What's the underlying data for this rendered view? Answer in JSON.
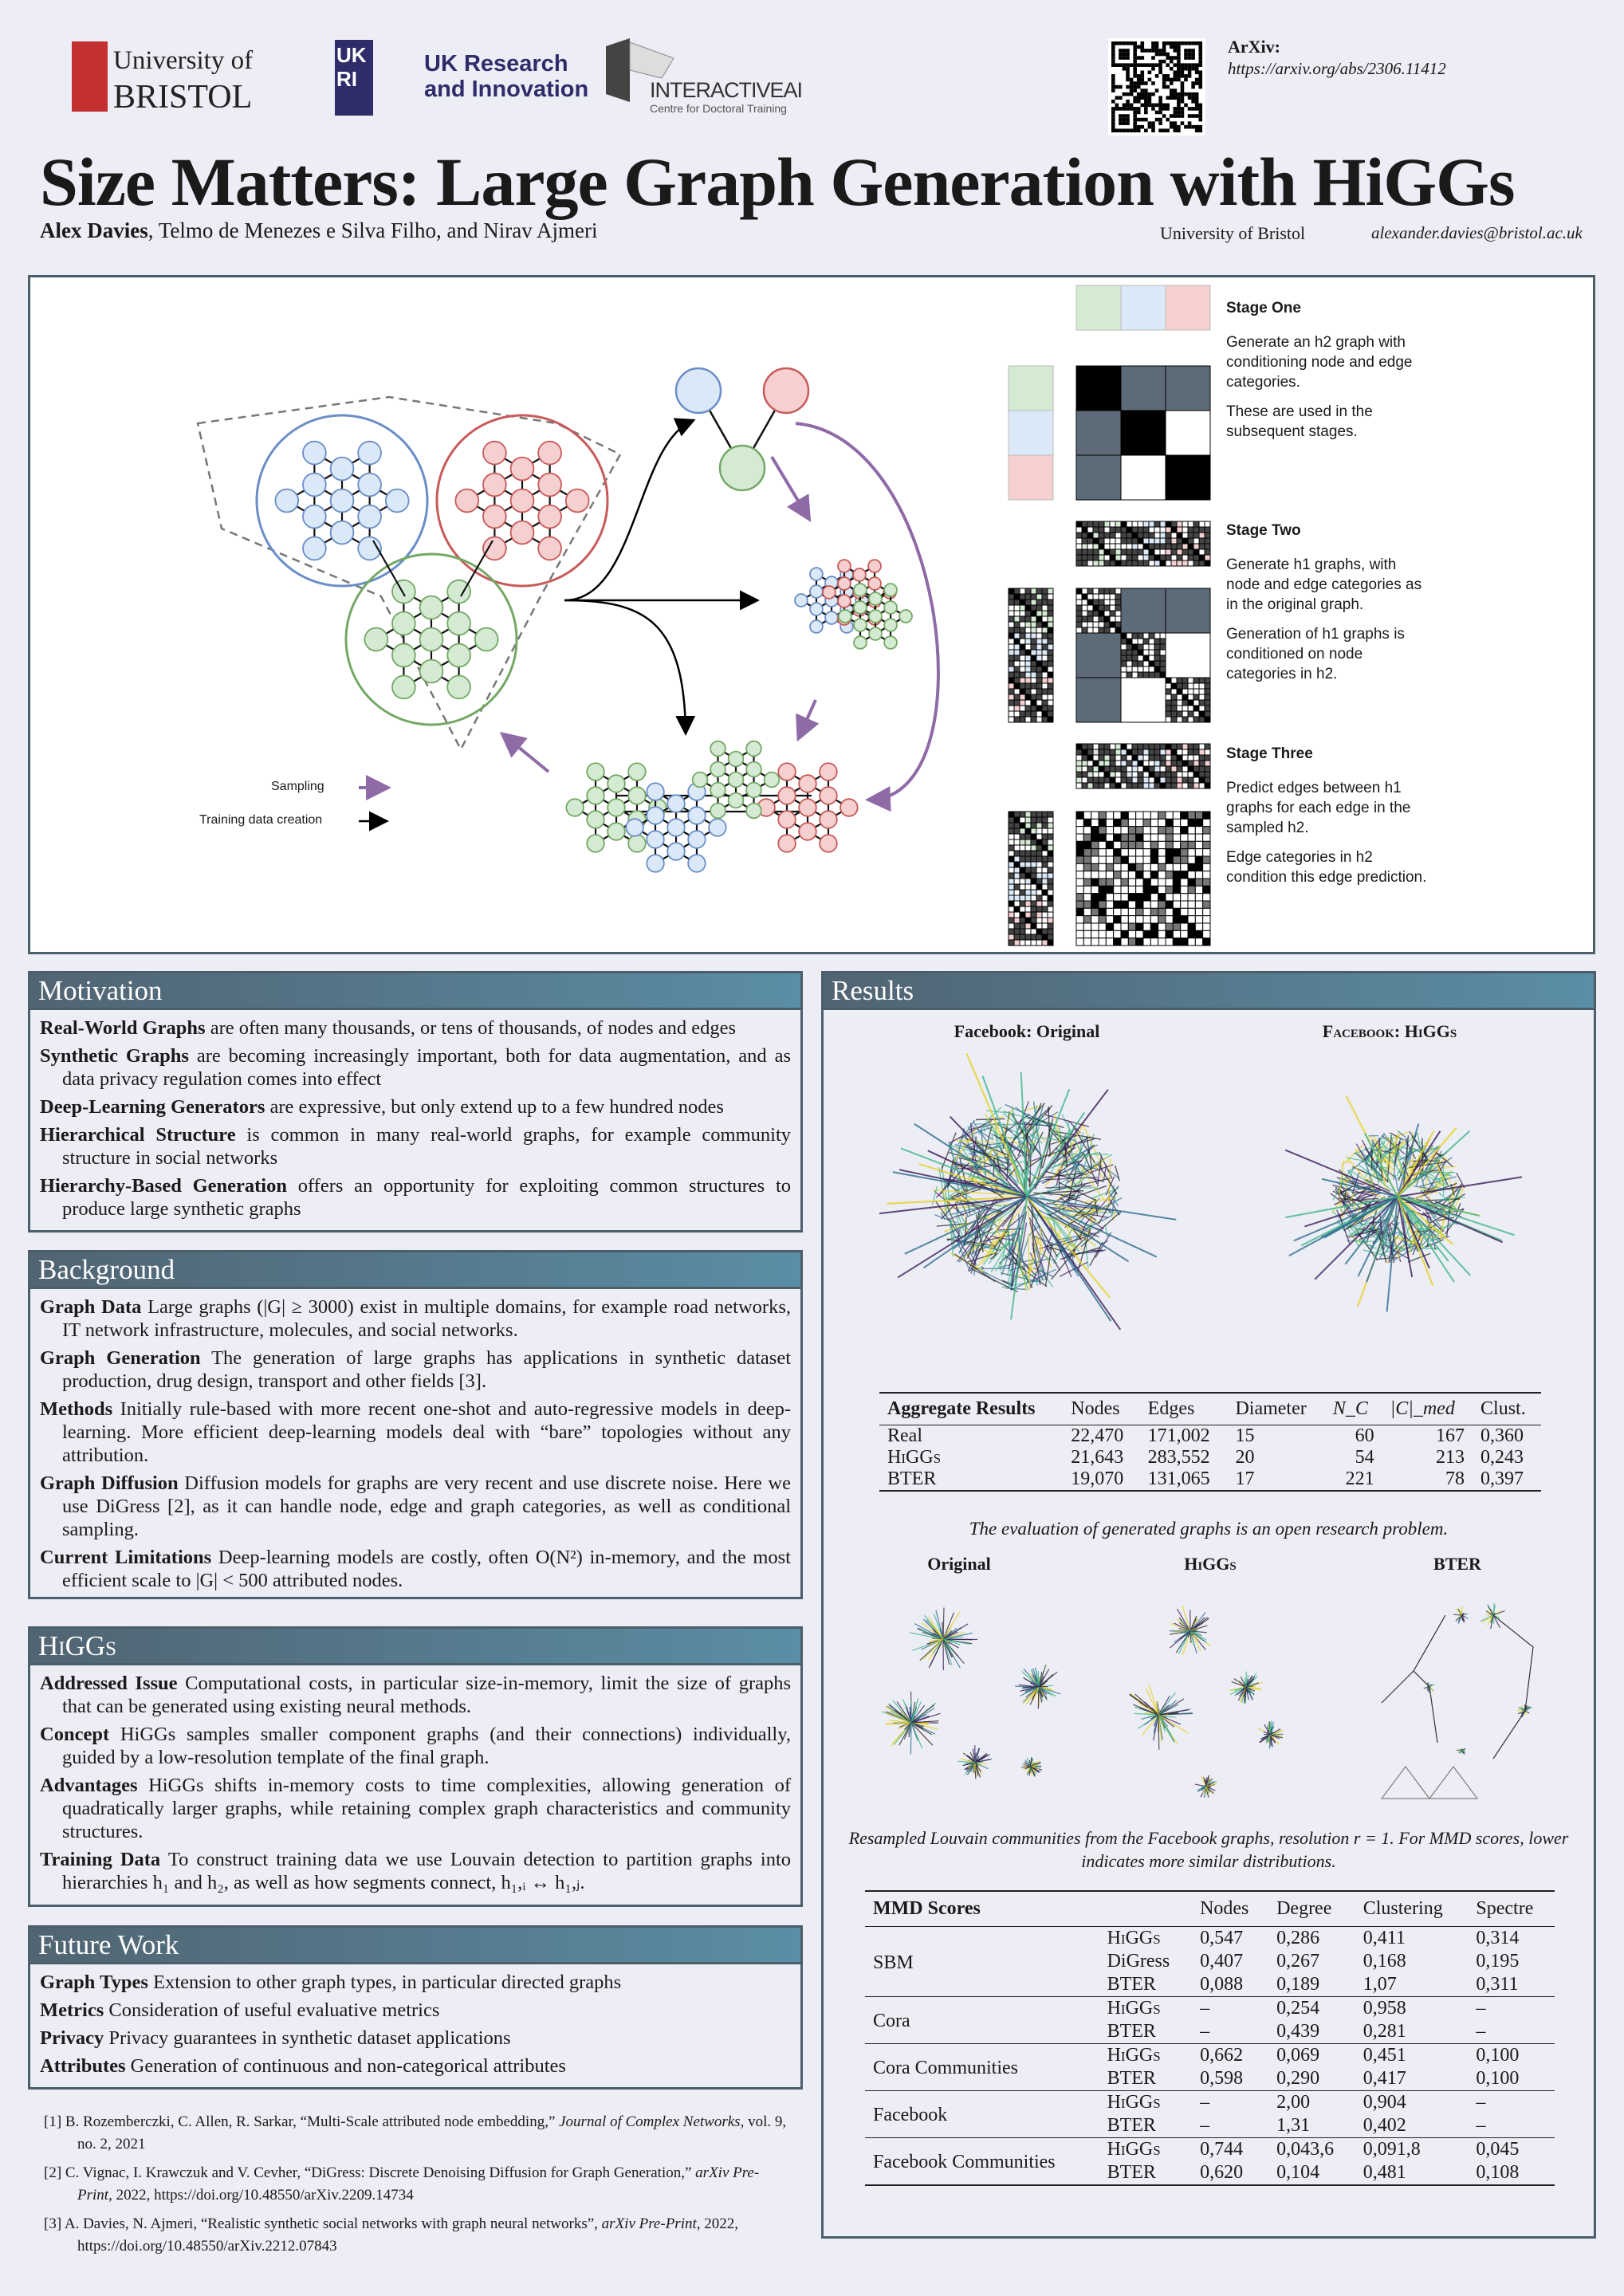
{
  "logos": {
    "bristol_line1": "University of",
    "bristol_line2": "BRISTOL",
    "ukri_mark": "UKRI",
    "ukri_line1": "UK Research",
    "ukri_line2": "and Innovation",
    "iai_line1": "INTERACTIVEAI",
    "iai_line2": "Centre for Doctoral Training"
  },
  "arxiv": {
    "label": "ArXiv:",
    "url": "https://arxiv.org/abs/2306.11412"
  },
  "title": "Size Matters: Large Graph Generation with HiGGs",
  "authors": {
    "first": "Alex Davies",
    "rest": ", Telmo de Menezes e Silva Filho, and Nirav Ajmeri"
  },
  "affiliation": "University of Bristol",
  "email": "alexander.davies@bristol.ac.uk",
  "figure": {
    "legend_sampling": "Sampling",
    "legend_training": "Training data creation",
    "colors": {
      "blue": "#dbe8f8",
      "red": "#f6d0d0",
      "green": "#d5ead3",
      "blue_edge": "#6a8ec6",
      "red_edge": "#c85a5a",
      "green_edge": "#74a865",
      "purple": "#8e6aa6"
    },
    "stage1": {
      "title": "Stage One",
      "p1": "Generate an h2 graph with conditioning node and edge categories.",
      "p2": "These are used in the subsequent stages."
    },
    "stage2": {
      "title": "Stage Two",
      "p1": "Generate h1 graphs, with node and edge categories as in the original graph.",
      "p2": "Generation of h1 graphs is conditioned on node categories in h2."
    },
    "stage3": {
      "title": "Stage Three",
      "p1": "Predict edges between h1 graphs for each edge in the sampled h2.",
      "p2": "Edge categories in h2 condition this edge prediction."
    }
  },
  "motivation": {
    "title": "Motivation",
    "items": [
      {
        "term": "Real-World Graphs",
        "text": "are often many thousands, or tens of thousands, of nodes and edges"
      },
      {
        "term": "Synthetic Graphs",
        "text": "are becoming increasingly important, both for data augmentation, and as data privacy regulation comes into effect"
      },
      {
        "term": "Deep-Learning Generators",
        "text": "are expressive, but only extend up to a few hundred nodes"
      },
      {
        "term": "Hierarchical Structure",
        "text": "is common in many real-world graphs, for example community structure in social networks"
      },
      {
        "term": "Hierarchy-Based Generation",
        "text": "offers an opportunity for exploiting common structures to produce large synthetic graphs"
      }
    ]
  },
  "background": {
    "title": "Background",
    "items": [
      {
        "term": "Graph Data",
        "text": "Large graphs (|G| ≥ 3000) exist in multiple domains, for example road networks, IT network infrastructure, molecules, and social networks."
      },
      {
        "term": "Graph Generation",
        "text": "The generation of large graphs has applications in synthetic dataset production, drug design, transport and other fields [3]."
      },
      {
        "term": "Methods",
        "text": "Initially rule-based with more recent one-shot and auto-regressive models in deep-learning. More efficient deep-learning models deal with “bare” topologies without any attribution."
      },
      {
        "term": "Graph Diffusion",
        "text": "Diffusion models for graphs are very recent and use discrete noise. Here we use DiGress [2], as it can handle node, edge and graph categories, as well as conditional sampling."
      },
      {
        "term": "Current Limitations",
        "text": "Deep-learning models are costly, often O(N²) in-memory, and the most efficient scale to |G| < 500 attributed nodes."
      }
    ]
  },
  "higgs": {
    "title": "HiGGs",
    "items": [
      {
        "term": "Addressed Issue",
        "text": "Computational costs, in particular size-in-memory, limit the size of graphs that can be generated using existing neural methods."
      },
      {
        "term": "Concept",
        "text": "HiGGs samples smaller component graphs (and their connections) individually, guided by a low-resolution template of the final graph."
      },
      {
        "term": "Advantages",
        "text": "HiGGs shifts in-memory costs to time complexities, allowing generation of quadratically larger graphs, while retaining complex graph characteristics and community structures."
      },
      {
        "term": "Training Data",
        "text": "To construct training data we use Louvain detection to partition graphs into hierarchies h₁ and h₂, as well as how segments connect, h₁,ᵢ ↔ h₁,ⱼ."
      }
    ]
  },
  "future": {
    "title": "Future Work",
    "items": [
      {
        "term": "Graph Types",
        "text": "Extension to other graph types, in particular directed graphs"
      },
      {
        "term": "Metrics",
        "text": "Consideration of useful evaluative metrics"
      },
      {
        "term": "Privacy",
        "text": "Privacy guarantees in synthetic dataset applications"
      },
      {
        "term": "Attributes",
        "text": "Generation of continuous and non-categorical attributes"
      }
    ]
  },
  "references": [
    {
      "n": "[1]",
      "text": "B. Rozemberczki, C. Allen, R. Sarkar, “Multi-Scale attributed node embedding,” ",
      "venue": "Journal of Complex Networks",
      "rest": ", vol. 9, no. 2, 2021"
    },
    {
      "n": "[2]",
      "text": "C. Vignac, I. Krawczuk and V. Cevher, “DiGress: Discrete Denoising Diffusion for Graph Generation,” ",
      "venue": "arXiv Pre-Print",
      "rest": ", 2022, https://doi.org/10.48550/arXiv.2209.14734"
    },
    {
      "n": "[3]",
      "text": "A. Davies, N. Ajmeri, “Realistic synthetic social networks with graph neural networks”, ",
      "venue": "arXiv Pre-Print",
      "rest": ", 2022, https://doi.org/10.48550/arXiv.2212.07843"
    }
  ],
  "results": {
    "title": "Results",
    "fb_original": "Facebook: Original",
    "fb_higgs": "Facebook: HiGGs",
    "agg_headers": [
      "Aggregate Results",
      "Nodes",
      "Edges",
      "Diameter",
      "N_C",
      "|C|_med",
      "Clust."
    ],
    "agg_rows": [
      [
        "Real",
        "22,470",
        "171,002",
        "15",
        "60",
        "167",
        "0,360"
      ],
      [
        "HiGGs",
        "21,643",
        "283,552",
        "20",
        "54",
        "213",
        "0,243"
      ],
      [
        "BTER",
        "19,070",
        "131,065",
        "17",
        "221",
        "78",
        "0,397"
      ]
    ],
    "agg_caption": "The evaluation of generated graphs is an open research problem.",
    "comm_labels": [
      "Original",
      "HiGGs",
      "BTER"
    ],
    "comm_caption": "Resampled Louvain communities from the Facebook graphs, resolution r = 1. For MMD scores, lower indicates more similar distributions.",
    "mmd_headers": [
      "MMD Scores",
      "",
      "Nodes",
      "Degree",
      "Clustering",
      "Spectre"
    ],
    "mmd_groups": [
      {
        "dataset": "SBM",
        "rows": [
          [
            "HiGGs",
            "0,547",
            "0,286",
            "0,411",
            "0,314"
          ],
          [
            "DiGress",
            "0,407",
            "0,267",
            "0,168",
            "0,195"
          ],
          [
            "BTER",
            "0,088",
            "0,189",
            "1,07",
            "0,311"
          ]
        ]
      },
      {
        "dataset": "Cora",
        "rows": [
          [
            "HiGGs",
            "–",
            "0,254",
            "0,958",
            "–"
          ],
          [
            "BTER",
            "–",
            "0,439",
            "0,281",
            "–"
          ]
        ]
      },
      {
        "dataset": "Cora Communities",
        "rows": [
          [
            "HiGGs",
            "0,662",
            "0,069",
            "0,451",
            "0,100"
          ],
          [
            "BTER",
            "0,598",
            "0,290",
            "0,417",
            "0,100"
          ]
        ]
      },
      {
        "dataset": "Facebook",
        "rows": [
          [
            "HiGGs",
            "–",
            "2,00",
            "0,904",
            "–"
          ],
          [
            "BTER",
            "–",
            "1,31",
            "0,402",
            "–"
          ]
        ]
      },
      {
        "dataset": "Facebook Communities",
        "rows": [
          [
            "HiGGs",
            "0,744",
            "0,043,6",
            "0,091,8",
            "0,045"
          ],
          [
            "BTER",
            "0,620",
            "0,104",
            "0,481",
            "0,108"
          ]
        ]
      }
    ]
  }
}
